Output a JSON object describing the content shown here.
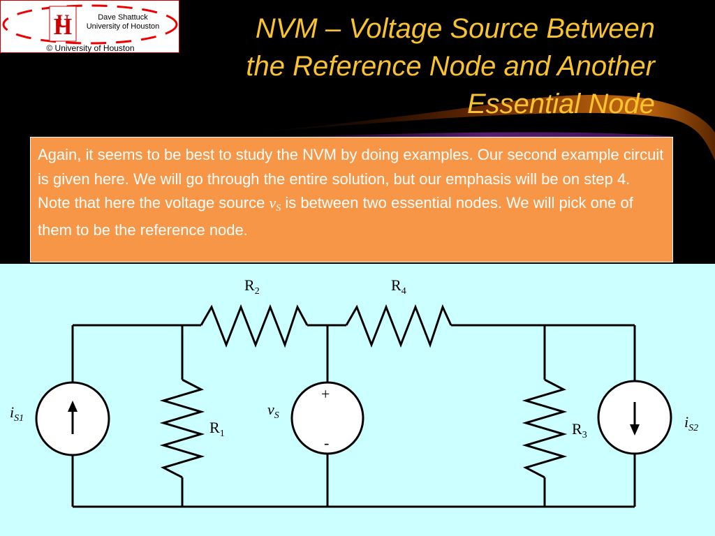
{
  "header": {
    "logo_mark": "UH",
    "author": "Dave Shattuck",
    "institution": "University of Houston",
    "copyright": "© University of Houston",
    "title_line1": "NVM – Voltage Source Between",
    "title_line2": "the Reference Node and Another",
    "title_line3": "Essential Node"
  },
  "body": {
    "text_part1": "Again, it seems to be best to study the NVM by doing examples. Our second example circuit is given here.  We will go through the entire solution, but our emphasis will be on step 4.  Note that here the voltage source ",
    "var_name": "v",
    "var_sub": "S",
    "text_part2": " is between two essential nodes.  We will pick one of them to be the reference node."
  },
  "circuit": {
    "R1": {
      "name": "R",
      "sub": "1"
    },
    "R2": {
      "name": "R",
      "sub": "2"
    },
    "R3": {
      "name": "R",
      "sub": "3"
    },
    "R4": {
      "name": "R",
      "sub": "4"
    },
    "iS1": {
      "name": "i",
      "sub": "S1"
    },
    "iS2": {
      "name": "i",
      "sub": "S2"
    },
    "vS": {
      "name": "v",
      "sub": "S"
    },
    "plus": "+",
    "minus": "-"
  },
  "colors": {
    "background": "#000000",
    "title": "#f9c330",
    "text_box": "#f79646",
    "circuit_bg": "#ccffff",
    "logo_accent": "#cc0000"
  },
  "icons": [
    "uh-logo-icon",
    "current-source-up-icon",
    "current-source-down-icon",
    "voltage-source-icon",
    "resistor-icon"
  ]
}
